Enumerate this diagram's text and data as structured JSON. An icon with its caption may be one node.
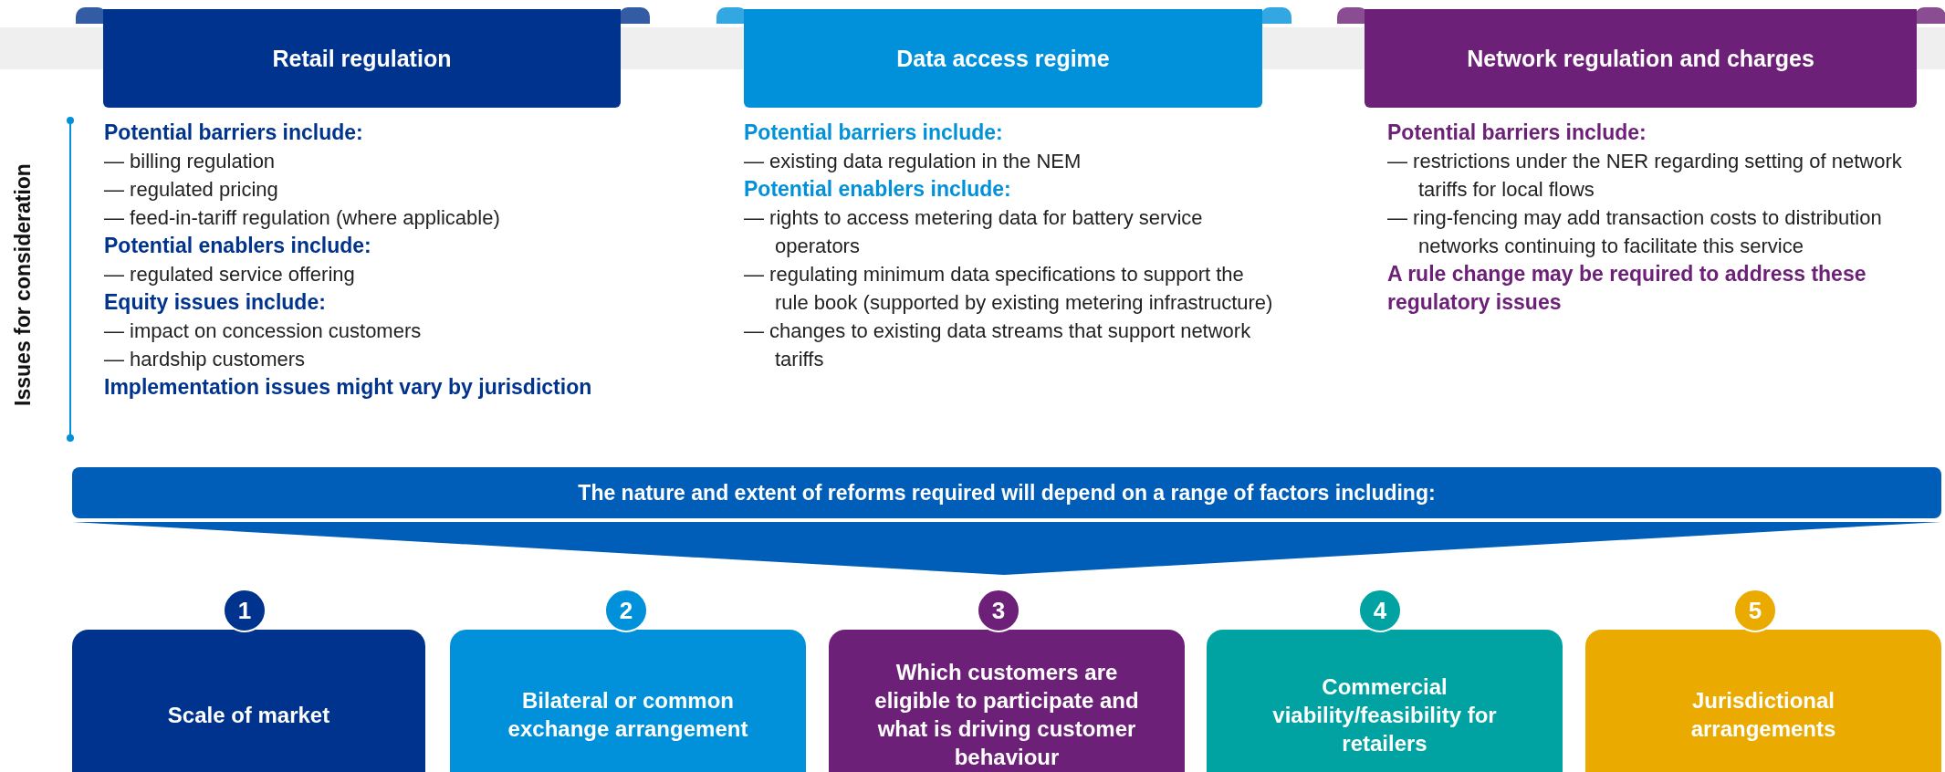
{
  "diagram": {
    "nodes": [
      {
        "text": [
          "Retail regulation"
        ]
      },
      {
        "text": [
          "Data access regime"
        ]
      },
      {
        "text": [
          "Network regulation and charges"
        ]
      },
      {
        "text": [
          "The nature and extent of reforms required will depend on a range of factors including:"
        ]
      },
      {
        "text": [
          "1"
        ]
      },
      {
        "text": [
          "Scale of market"
        ]
      },
      {
        "text": [
          "2"
        ]
      },
      {
        "text": [
          "Bilateral or common exchange arrangement"
        ]
      },
      {
        "text": [
          "3"
        ]
      },
      {
        "text": [
          "Which customers are eligible to participate and what is driving customer behaviour"
        ]
      },
      {
        "text": [
          "4"
        ]
      },
      {
        "text": [
          "Commercial viability/feasibility for retailers"
        ]
      },
      {
        "text": [
          "5"
        ]
      },
      {
        "text": [
          "Jurisdictional arrangements"
        ]
      }
    ],
    "edges": [],
    "labels": [
      "Issues for consideration",
      "Potential barriers include:",
      "— billing regulation",
      "— regulated pricing",
      "— feed-in-tariff regulation (where applicable)",
      "Potential enablers include:",
      "— regulated service offering",
      "Equity issues include:",
      "— impact on concession customers",
      "— hardship customers",
      "Implementation issues might vary by jurisdiction",
      "Potential barriers include:",
      "— existing data regulation in the NEM",
      "Potential enablers include:",
      "— rights to access metering data for battery service operators",
      "— regulating minimum data specifications to support the rule book (supported by existing metering infrastructure)",
      "— changes to existing data streams that support network tariffs",
      "Potential barriers include:",
      "— restrictions under the NER regarding setting of network tariffs for local flows",
      "— ring-fencing may add transaction costs to distribution networks continuing to facilitate this service",
      "A rule change may be required to address these regulatory issues"
    ]
  }
}
